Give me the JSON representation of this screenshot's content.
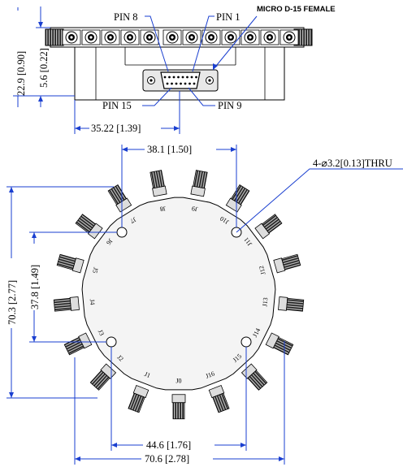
{
  "side_view": {
    "connector_label": "MICRO D-15 FEMALE",
    "pin_top_left": "PIN 8",
    "pin_top_right": "PIN 1",
    "pin_bottom_left": "PIN 15",
    "pin_bottom_right": "PIN 9",
    "dim_total_height": "22.9 [0.90]",
    "dim_flange": "5.6 [0.22]",
    "dim_connector_offset": "35.22 [1.39]"
  },
  "top_view": {
    "dim_hole_spacing_top": "38.1 [1.50]",
    "hole_note": "4-⌀3.2[0.13]THRU",
    "dim_height": "70.3 [2.77]",
    "dim_hole_spacing_left": "37.8 [1.49]",
    "dim_hole_spacing_bottom": "44.6 [1.76]",
    "dim_width": "70.6 [2.78]",
    "connector_labels": [
      "J0",
      "J1",
      "J2",
      "J3",
      "J4",
      "J5",
      "J6",
      "J7",
      "J8",
      "J9",
      "J10",
      "J11",
      "J12",
      "J13",
      "J14",
      "J15",
      "J16"
    ]
  }
}
